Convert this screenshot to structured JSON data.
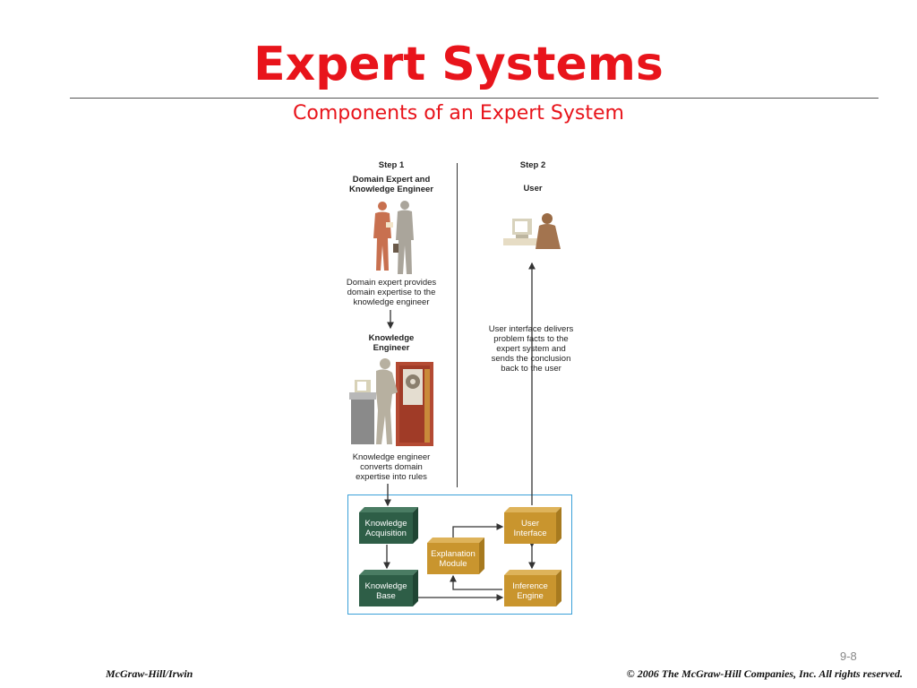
{
  "slide": {
    "title": "Expert Systems",
    "subtitle": "Components of an Expert System",
    "page_number": "9-8",
    "footer_left": "McGraw-Hill/Irwin",
    "footer_right": "© 2006  The McGraw-Hill Companies, Inc. All rights reserved."
  },
  "diagram": {
    "step1": {
      "step": "Step 1",
      "heading": "Domain Expert and\nKnowledge Engineer"
    },
    "step1_caption": "Domain expert provides\ndomain expertise to the\nknowledge engineer",
    "ke_heading": "Knowledge\nEngineer",
    "ke_caption": "Knowledge engineer\nconverts domain\nexpertise into rules",
    "step2": {
      "step": "Step 2",
      "heading": "User"
    },
    "step2_caption": "User interface delivers\nproblem facts to the\nexpert system and\nsends the conclusion\nback to the user",
    "boxes": {
      "knowledge_acquisition": "Knowledge\nAcquisition",
      "knowledge_base": "Knowledge\nBase",
      "explanation_module": "Explanation\nModule",
      "user_interface": "User\nInterface",
      "inference_engine": "Inference\nEngine"
    },
    "colors": {
      "title_red": "#e8141b",
      "box_green": "#2e5e47",
      "box_gold": "#c9952e",
      "frame_blue": "#3aa0d8"
    }
  }
}
